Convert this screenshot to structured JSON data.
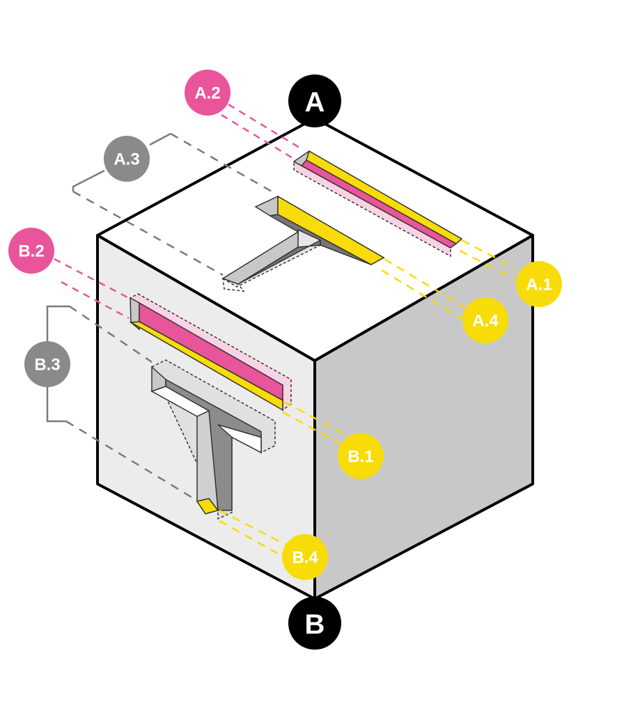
{
  "labels": {
    "A": "A",
    "B": "B",
    "A1": "A.1",
    "A2": "A.2",
    "A3": "A.3",
    "A4": "A.4",
    "B1": "B.1",
    "B2": "B.2",
    "B3": "B.3",
    "B4": "B.4"
  },
  "colors": {
    "pink": "#e8559a",
    "pink_light": "#f9d3e4",
    "yellow": "#f7dc0a",
    "gray_label": "#8a8a8a",
    "black": "#000000",
    "top_face": "#ffffff",
    "left_face": "#ececec",
    "right_face": "#c8c8c8"
  }
}
